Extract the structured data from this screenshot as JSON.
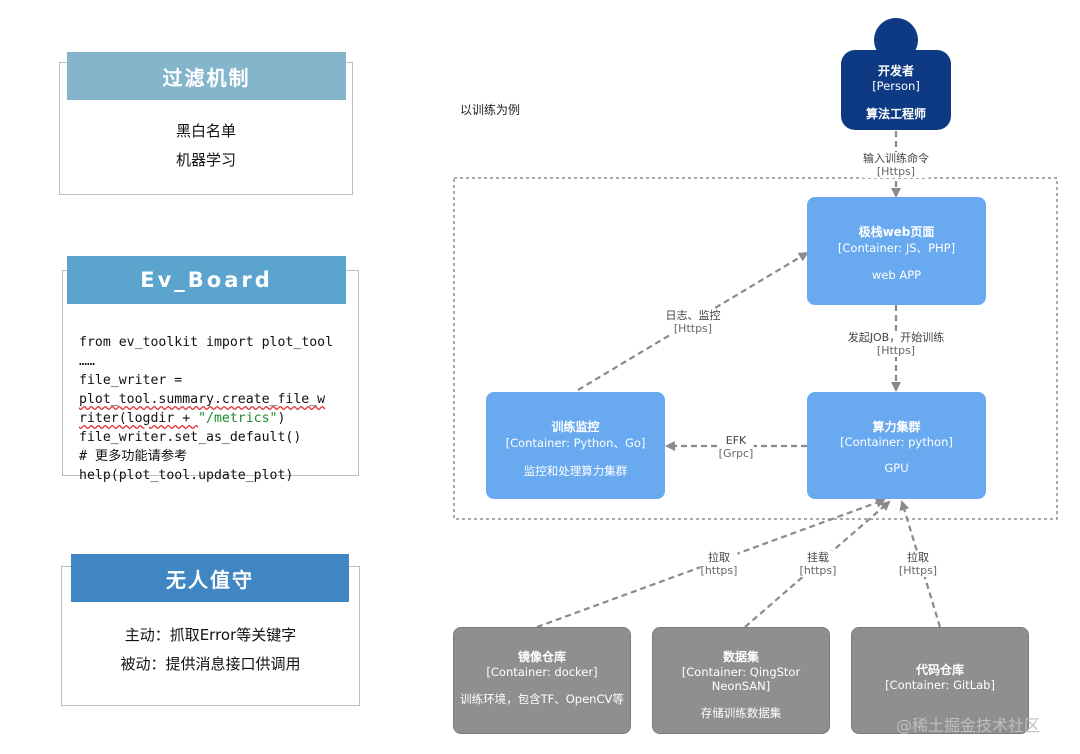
{
  "filter": {
    "title": "过滤机制",
    "lines": [
      "黑白名单",
      "机器学习"
    ]
  },
  "evboard": {
    "title": "Ev_Board",
    "code": {
      "l1": "from ev_toolkit import plot_tool",
      "l2": "……",
      "l3": "file_writer =",
      "l4": "plot_tool.summary.create_file_w",
      "l5a": "riter(logdir + ",
      "l5b": "\"/metrics\"",
      "l5c": ")",
      "l6": "file_writer.set_as_default()",
      "l7": "# 更多功能请参考",
      "l8": "help(plot_tool.update_plot)"
    }
  },
  "unattended": {
    "title": "无人值守",
    "lines": [
      "主动：抓取Error等关键字",
      "被动：提供消息接口供调用"
    ]
  },
  "diagram": {
    "caption": "以训练为例",
    "person": {
      "name": "开发者",
      "type": "[Person]",
      "desc": "算法工程师"
    },
    "web": {
      "name": "极栈web页面",
      "type": "[Container: JS、PHP]",
      "desc": "web APP"
    },
    "compute": {
      "name": "算力集群",
      "type": "[Container: python]",
      "desc": "GPU"
    },
    "monitor": {
      "name": "训练监控",
      "type": "[Container: Python、Go]",
      "desc": "监控和处理算力集群"
    },
    "image_repo": {
      "name": "镜像仓库",
      "type": "[Container: docker]",
      "desc": "训练环境，包含TF、OpenCV等"
    },
    "dataset": {
      "name": "数据集",
      "type": "[Container: QingStor NeonSAN]",
      "desc": "存储训练数据集"
    },
    "code_repo": {
      "name": "代码仓库",
      "type": "[Container: GitLab]"
    },
    "edges": {
      "input": {
        "label": "输入训练命令",
        "proto": "[Https]"
      },
      "logs": {
        "label": "日志、监控",
        "proto": "[Https]"
      },
      "job": {
        "label": "发起JOB，开始训练",
        "proto": "[Https]"
      },
      "efk": {
        "label": "EFK",
        "proto": "[Grpc]"
      },
      "pull1": {
        "label": "拉取",
        "proto": "[https]"
      },
      "mount": {
        "label": "挂载",
        "proto": "[https]"
      },
      "pull2": {
        "label": "拉取",
        "proto": "[Https]"
      }
    }
  },
  "watermark": "@稀土掘金技术社区",
  "colors": {
    "filter_header": "#85b5cb",
    "evboard_header": "#5aa4cd",
    "unattended_header": "#3f86c2",
    "person": "#0d3a82",
    "container_blue": "#68a9f0",
    "external_gray": "#8f8f8f"
  }
}
